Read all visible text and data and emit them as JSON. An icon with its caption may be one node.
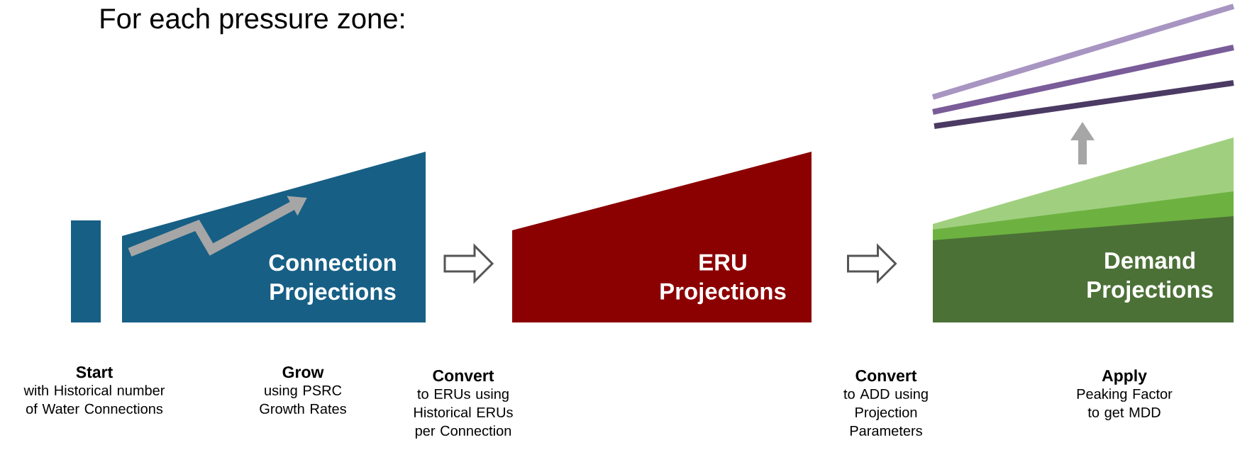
{
  "diagram": {
    "title": "For each pressure zone:",
    "nodes": [
      {
        "text": [],
        "shape": "bar"
      },
      {
        "text": [
          "Connection Projections"
        ]
      },
      {
        "text": [
          "ERU Projections"
        ]
      },
      {
        "text": [
          "Demand Projections"
        ]
      }
    ],
    "edges": [
      {
        "from": 1,
        "to": 2,
        "arrow": "to"
      },
      {
        "from": 2,
        "to": 3,
        "arrow": "to"
      }
    ],
    "labels": [
      "Start",
      "with Historical number of Water Connections",
      "Grow",
      "using PSRC Growth Rates",
      "Convert",
      "to ERUs using Historical ERUs per Connection",
      "Convert",
      "to ADD using Projection Parameters",
      "Apply",
      "Peaking Factor to get MDD"
    ]
  }
}
